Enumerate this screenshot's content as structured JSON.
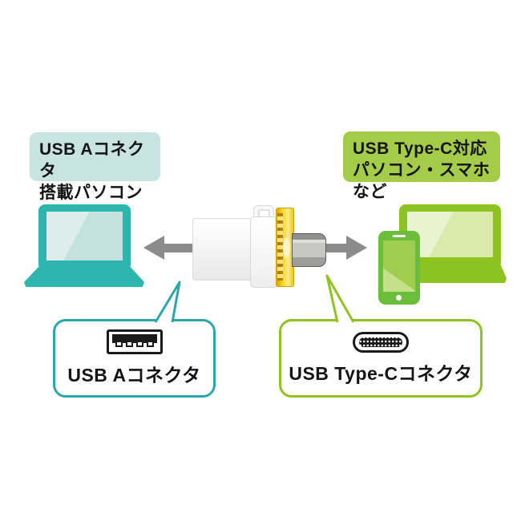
{
  "annotations": {
    "top_left_label": {
      "line1": "USB Aコネクタ",
      "line2": "搭載パソコン"
    },
    "top_right_label": {
      "line1": "USB Type-C対応",
      "line2": "パソコン・スマホなど"
    },
    "bottom_left_callout": {
      "label": "USB Aコネクタ",
      "icon": "usb-a-port-icon"
    },
    "bottom_right_callout": {
      "label": "USB Type-Cコネクタ",
      "icon": "usb-type-c-port-icon"
    }
  },
  "illustrations": {
    "left_device": "teal-laptop",
    "right_devices": [
      "green-laptop",
      "green-smartphone"
    ],
    "center_device": "dual-connector-usb-memory",
    "arrows": [
      "left-arrow",
      "right-arrow"
    ]
  },
  "colors": {
    "teal": "#2fb5af",
    "teal_label_bg": "#c7e4e0",
    "green": "#8cc320",
    "green_label_bg": "#a4cc49",
    "phone_green": "#6abe3c",
    "arrow_gray": "#8b8b8b",
    "drive_yellow": "#f7d525",
    "callout_teal_border": "#2ba7aa",
    "callout_green_border": "#8fc31f"
  }
}
